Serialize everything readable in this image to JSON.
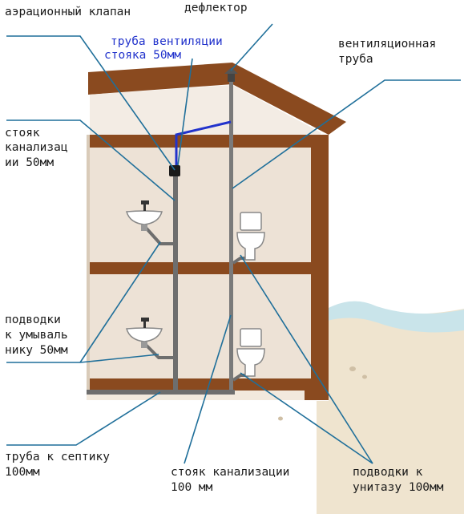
{
  "labels": {
    "aeration_valve": "аэрационный клапан",
    "deflector": "дефлектор",
    "vent_riser_pipe_l1": "труба вентиляции",
    "vent_riser_pipe_l2": "стояка 50мм",
    "vent_pipe_l1": "вентиляционная",
    "vent_pipe_l2": "труба",
    "sewer_riser_50_l1": "стояк",
    "sewer_riser_50_l2": "канализац",
    "sewer_riser_50_l3": "ии 50мм",
    "sink_supply_l1": "подводки",
    "sink_supply_l2": "к умываль",
    "sink_supply_l3": "нику 50мм",
    "septic_pipe_l1": "труба к септику",
    "septic_pipe_l2": "100мм",
    "sewer_riser_100_l1": "стояк канализации",
    "sewer_riser_100_l2": "100 мм",
    "toilet_supply_l1": "подводки к",
    "toilet_supply_l2": "унитазу 100мм"
  },
  "colors": {
    "wall_wood": "#8a4a1f",
    "wall_fill": "#efe6dc",
    "room_fill": "#ede2d6",
    "leader_line": "#1f6f9a",
    "vent_blue": "#2233cc",
    "pipe_gray": "#6e6e6e",
    "ground": "#e8dcc6"
  }
}
